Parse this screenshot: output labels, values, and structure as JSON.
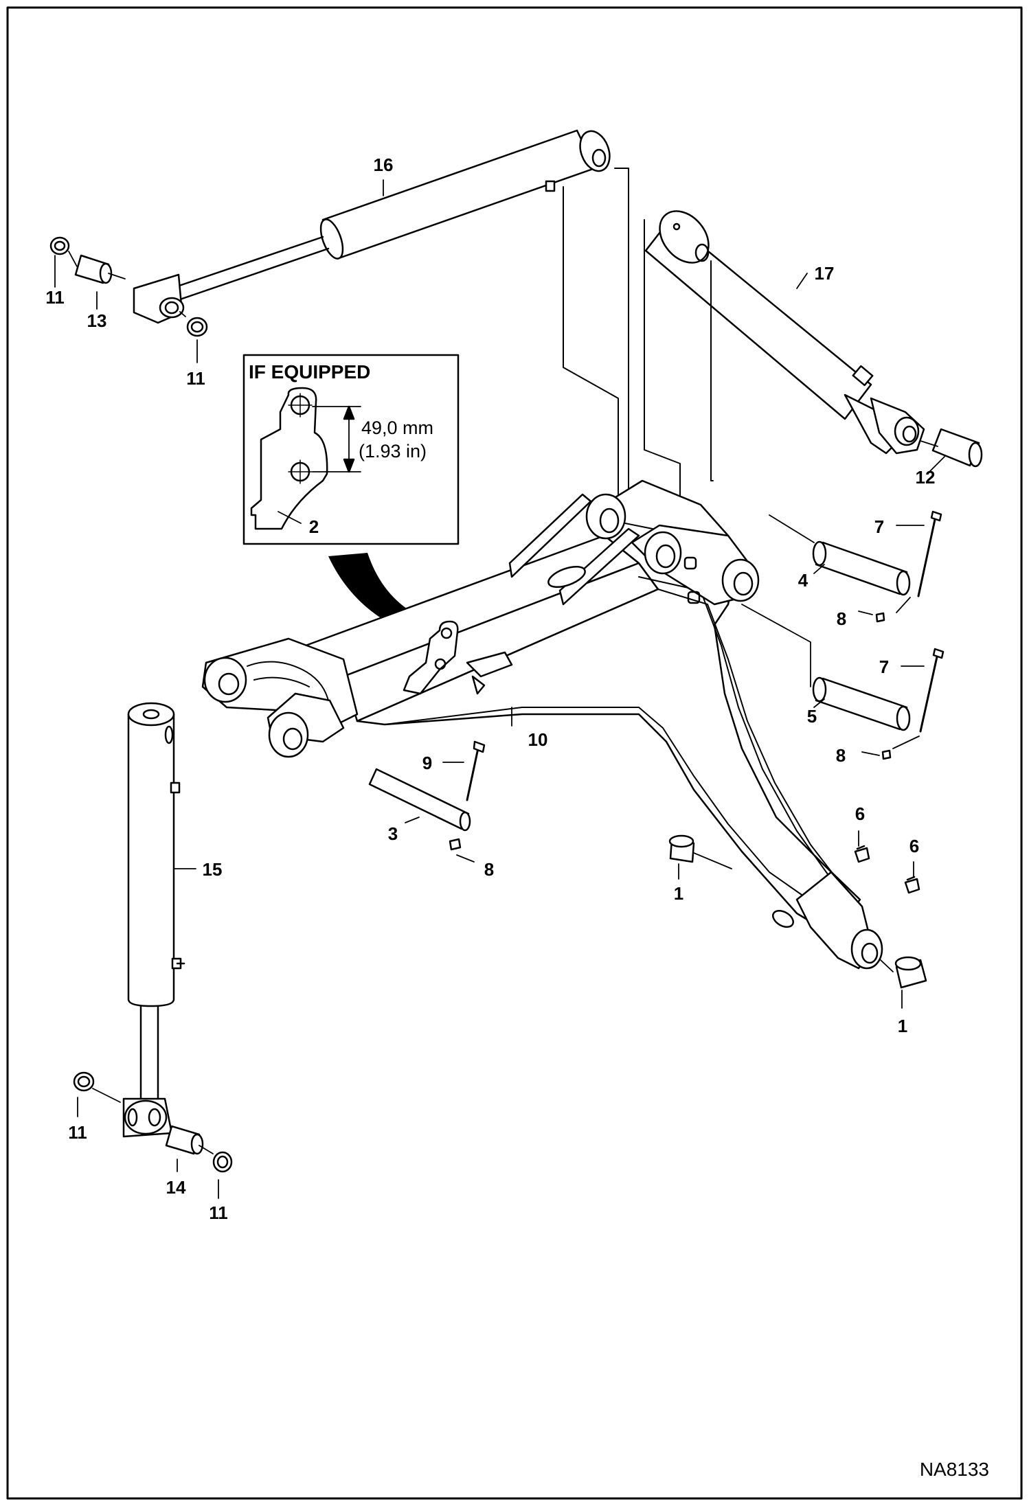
{
  "inset": {
    "title": "IF EQUIPPED",
    "dimension_metric": "49,0 mm",
    "dimension_imperial": "(1.93 in)"
  },
  "callouts": {
    "c16": "16",
    "c17": "17",
    "c11a": "11",
    "c13": "13",
    "c11b": "11",
    "c12": "12",
    "c2": "2",
    "c7a": "7",
    "c4": "4",
    "c8a": "8",
    "c7b": "7",
    "c5": "5",
    "c8b": "8",
    "c9": "9",
    "c10": "10",
    "c3": "3",
    "c8c": "8",
    "c15": "15",
    "c6a": "6",
    "c6b": "6",
    "c1a": "1",
    "c1b": "1",
    "c11c": "11",
    "c14": "14",
    "c11d": "11"
  },
  "document_id": "NA8133"
}
